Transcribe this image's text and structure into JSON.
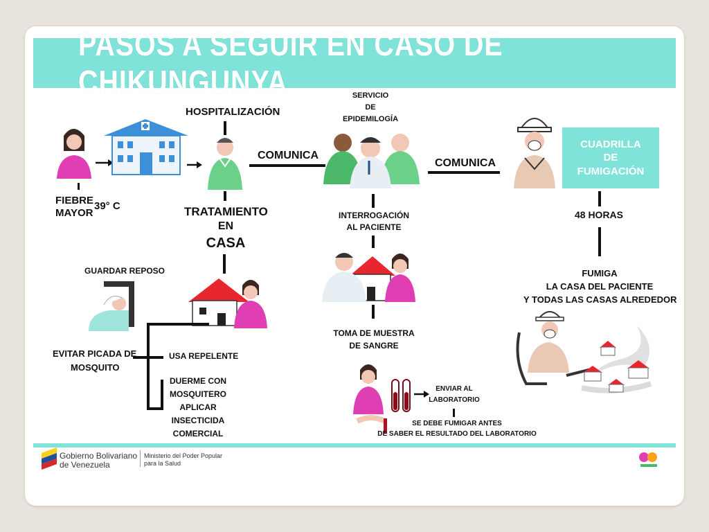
{
  "title": "PASOS A SEGUIR EN CASO DE  CHIKUNGUNYA",
  "labels": {
    "hospitalizacion": "HOSPITALIZACIÓN",
    "fiebre_1": "FIEBRE",
    "fiebre_2": "MAYOR",
    "temp": "39° C",
    "tratamiento_1": "TRATAMIENTO",
    "tratamiento_2": "EN",
    "tratamiento_3": "CASA",
    "comunica_1": "COMUNICA",
    "comunica_2": "COMUNICA",
    "servicio_1": "SERVICIO",
    "servicio_2": "DE",
    "servicio_3": "EPIDEMILOGÍA",
    "interrogacion_1": "INTERROGACIÓN",
    "interrogacion_2": "AL PACIENTE",
    "toma_1": "TOMA DE MUESTRA",
    "toma_2": "DE SANGRE",
    "enviar_1": "ENVIAR AL",
    "enviar_2": "LABORATORIO",
    "fumigar_1": "SE DEBE FUMIGAR ANTES",
    "fumigar_2": "DE SABER EL RESULTADO DEL LABORATORIO",
    "cuadrilla_1": "CUADRILLA",
    "cuadrilla_2": "DE",
    "cuadrilla_3": "FUMIGACIÓN",
    "horas": "48 HORAS",
    "fumiga_1": "FUMIGA",
    "fumiga_2": "LA CASA DEL PACIENTE",
    "fumiga_3": "Y TODAS LAS CASAS ALREDEDOR",
    "reposo": "GUARDAR REPOSO",
    "evitar_1": "EVITAR PICADA DE",
    "evitar_2": "MOSQUITO",
    "repelente": "USA  REPELENTE",
    "duerme_1": "DUERME CON",
    "duerme_2": "MOSQUITERO",
    "aplicar_1": "APLICAR",
    "aplicar_2": "INSECTICIDA",
    "aplicar_3": "COMERCIAL"
  },
  "footer": {
    "gov_1": "Gobierno Bolivariano",
    "gov_2": "de Venezuela",
    "min_1": "Ministerio del Poder Popular",
    "min_2": "para la Salud"
  },
  "colors": {
    "accent": "#7fe3d9",
    "pink": "#e03fb4",
    "green": "#4cb86a",
    "roof": "#e8262e",
    "hospital": "#3d8fd8"
  }
}
